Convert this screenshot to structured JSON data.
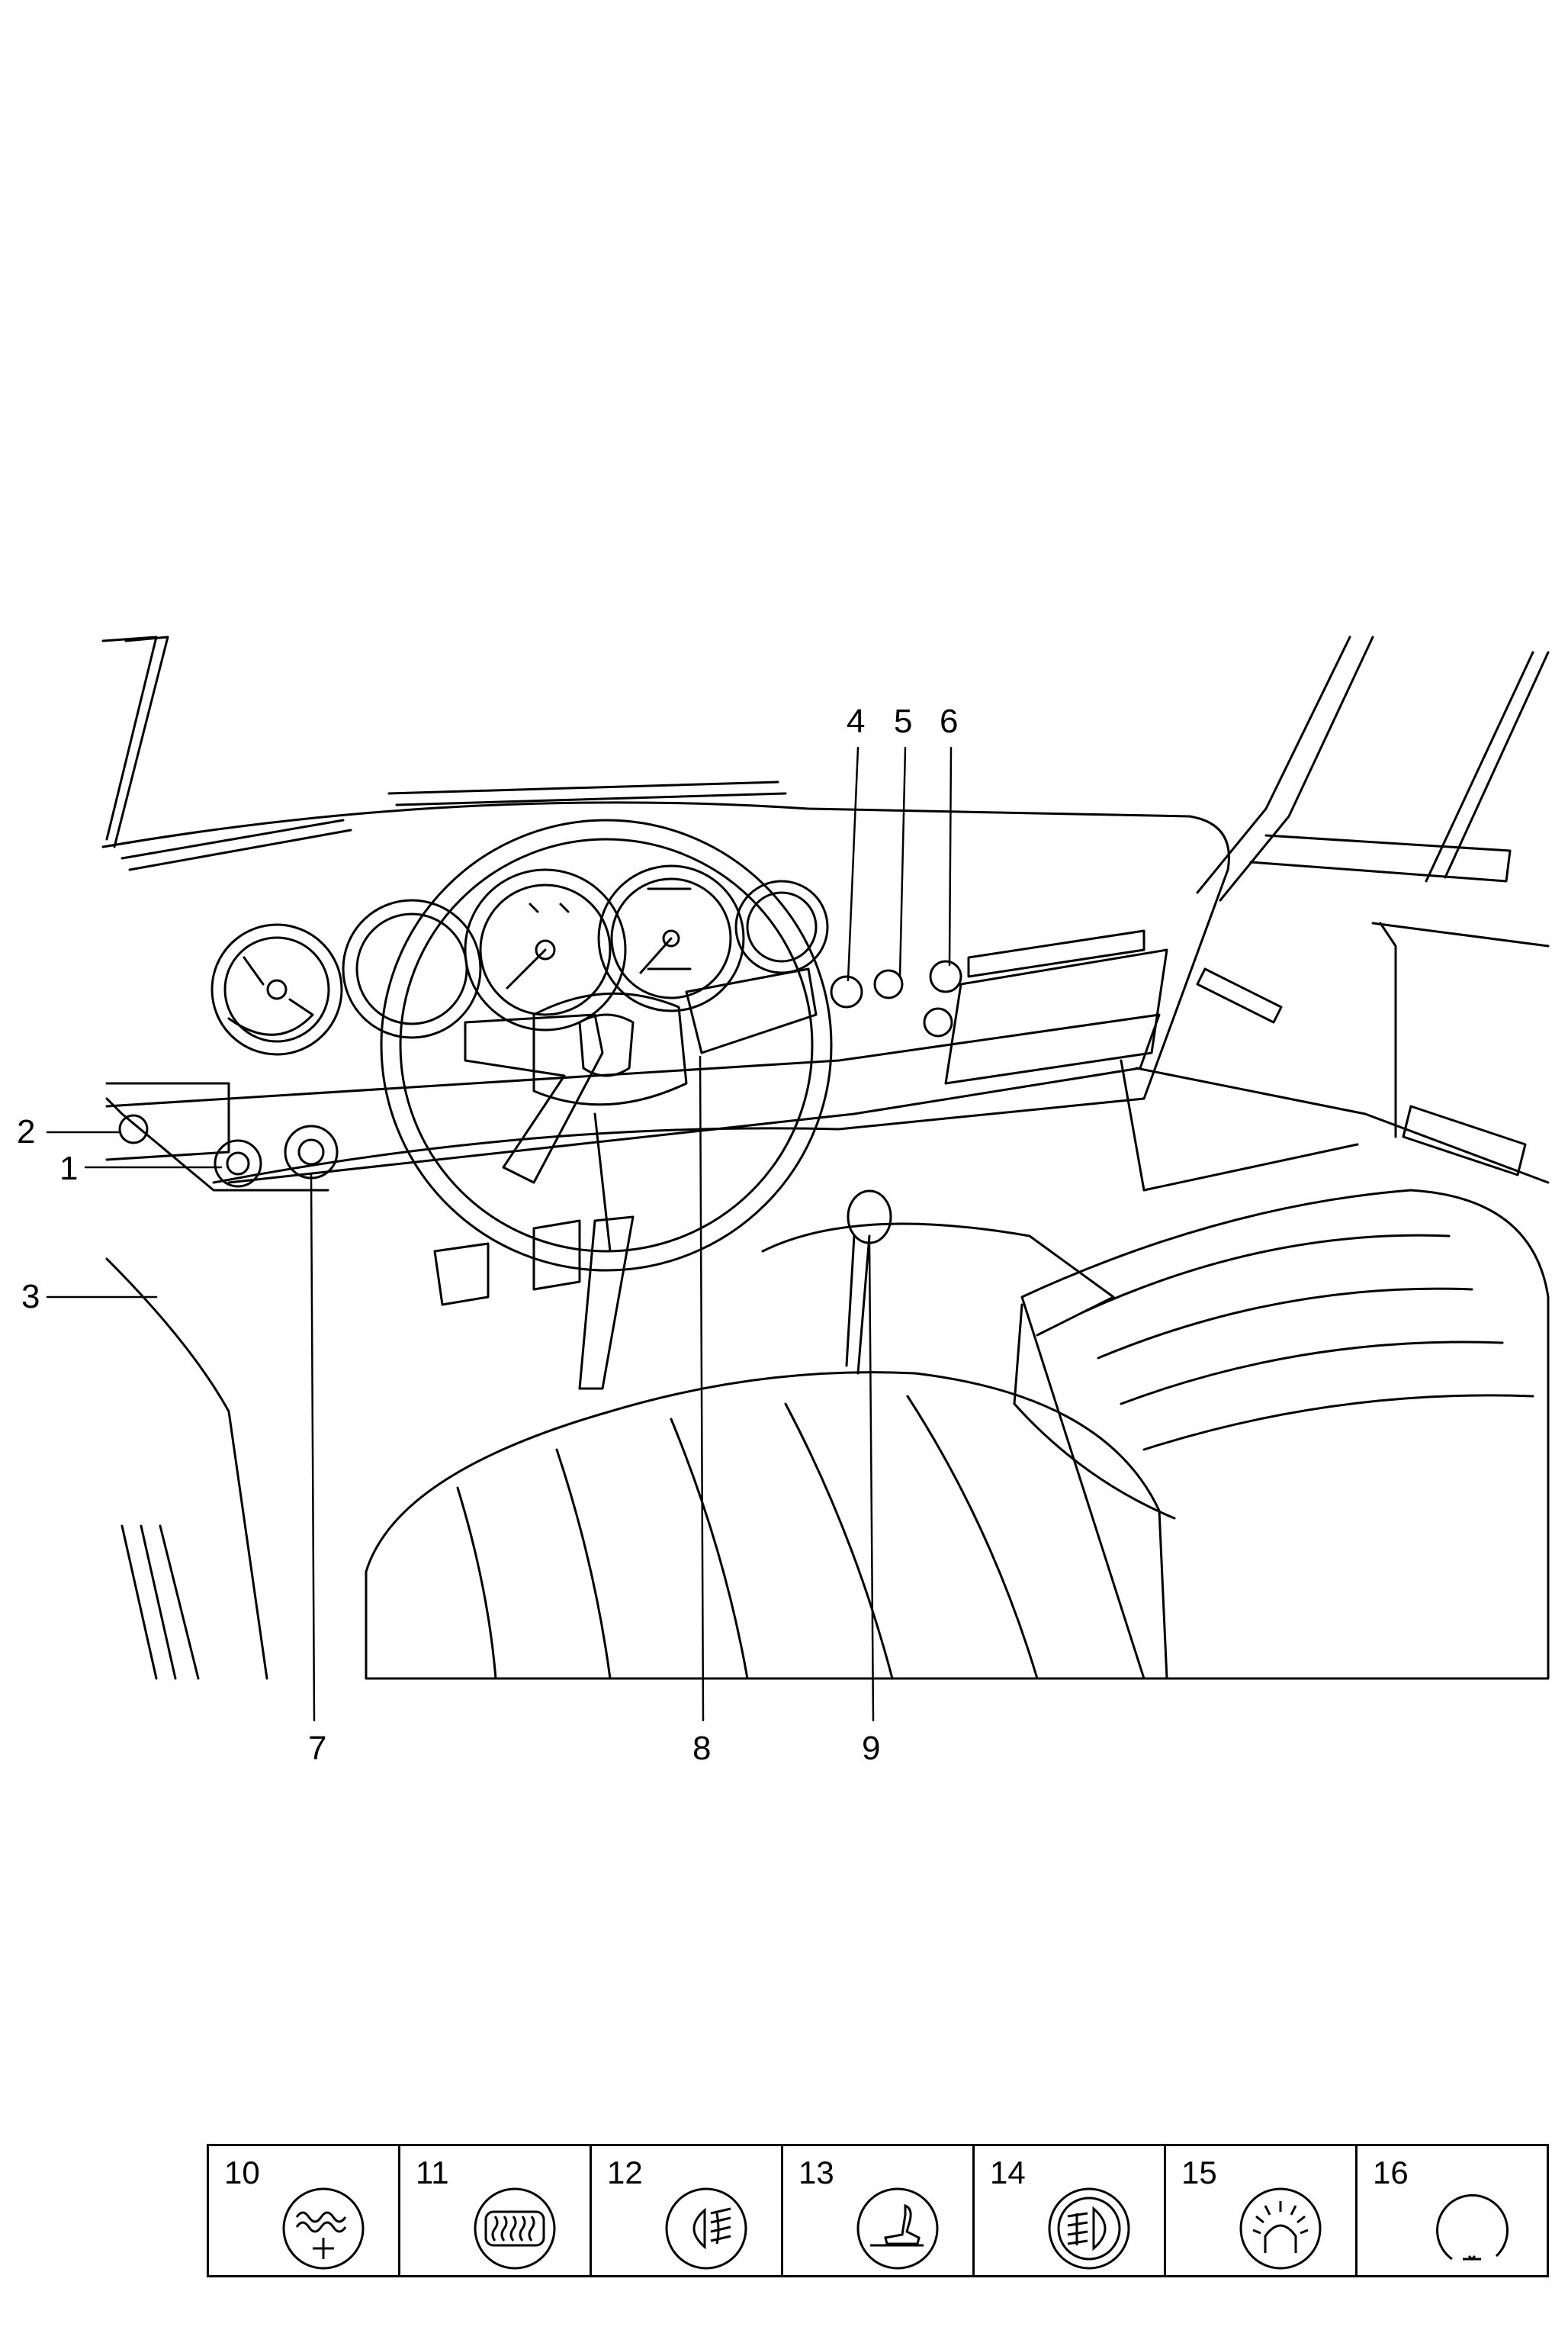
{
  "callouts": {
    "c1": "1",
    "c2": "2",
    "c3": "3",
    "c4": "4",
    "c5": "5",
    "c6": "6",
    "c7": "7",
    "c8": "8",
    "c9": "9"
  },
  "legend": [
    {
      "number": "10",
      "icon": "rear-window-defrost-icon"
    },
    {
      "number": "11",
      "icon": "heating-grille-icon"
    },
    {
      "number": "12",
      "icon": "foglight-icon"
    },
    {
      "number": "13",
      "icon": "seat-heater-icon"
    },
    {
      "number": "14",
      "icon": "rear-foglight-icon"
    },
    {
      "number": "15",
      "icon": "hazard-light-icon"
    },
    {
      "number": "16",
      "icon": "dimmer-knob-icon"
    }
  ],
  "colors": {
    "line": "#000000",
    "background": "#ffffff"
  }
}
